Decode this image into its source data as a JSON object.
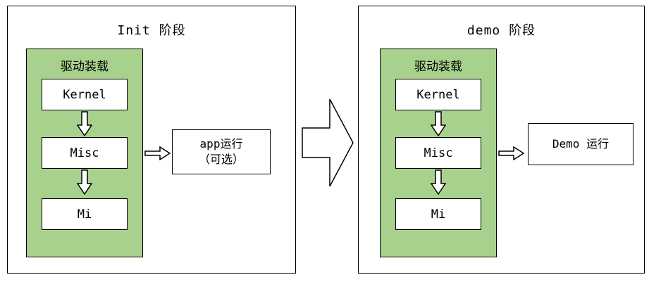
{
  "colors": {
    "group_fill": "#A9D18E",
    "box_fill": "#FFFFFF",
    "border": "#000000",
    "background": "#FFFFFF"
  },
  "panels": [
    {
      "title": "Init 阶段",
      "group_label": "驱动装载",
      "boxes": [
        "Kernel",
        "Misc",
        "Mi"
      ],
      "side_box_line1": "app运行",
      "side_box_line2": "（可选）"
    },
    {
      "title": "demo 阶段",
      "group_label": "驱动装载",
      "boxes": [
        "Kernel",
        "Misc",
        "Mi"
      ],
      "side_box_line1": "Demo 运行",
      "side_box_line2": ""
    }
  ],
  "icons": {
    "down_arrow": "hollow block arrow pointing down",
    "right_arrow": "hollow block arrow pointing right",
    "transition_arrow": "large hollow block arrow pointing right"
  }
}
